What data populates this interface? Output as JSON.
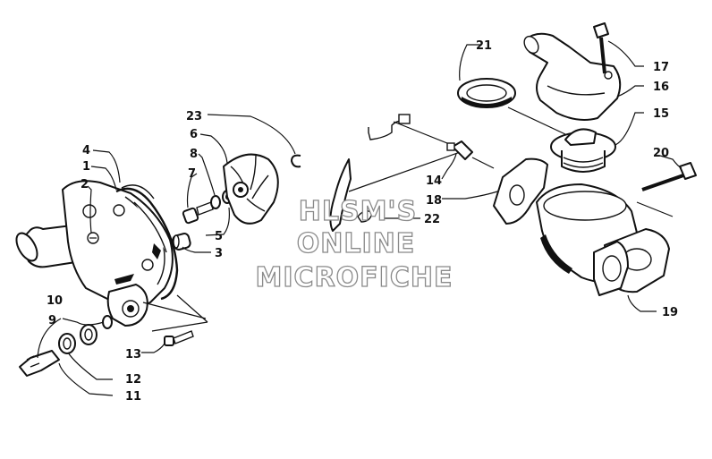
{
  "diagram": {
    "callouts": [
      {
        "id": "c1",
        "label": "1"
      },
      {
        "id": "c2",
        "label": "2"
      },
      {
        "id": "c3",
        "label": "3"
      },
      {
        "id": "c4",
        "label": "4"
      },
      {
        "id": "c5",
        "label": "5"
      },
      {
        "id": "c6",
        "label": "6"
      },
      {
        "id": "c7",
        "label": "7"
      },
      {
        "id": "c8",
        "label": "8"
      },
      {
        "id": "c9",
        "label": "9"
      },
      {
        "id": "c10",
        "label": "10"
      },
      {
        "id": "c11",
        "label": "11"
      },
      {
        "id": "c12",
        "label": "12"
      },
      {
        "id": "c13",
        "label": "13"
      },
      {
        "id": "c14",
        "label": "14"
      },
      {
        "id": "c15",
        "label": "15"
      },
      {
        "id": "c16",
        "label": "16"
      },
      {
        "id": "c17",
        "label": "17"
      },
      {
        "id": "c18",
        "label": "18"
      },
      {
        "id": "c19",
        "label": "19"
      },
      {
        "id": "c20",
        "label": "20"
      },
      {
        "id": "c21",
        "label": "21"
      },
      {
        "id": "c22",
        "label": "22"
      },
      {
        "id": "c23",
        "label": "23"
      }
    ],
    "watermark": {
      "line1": "HLSM'S",
      "line2": "ONLINE",
      "line3": "MICROFICHE"
    }
  }
}
